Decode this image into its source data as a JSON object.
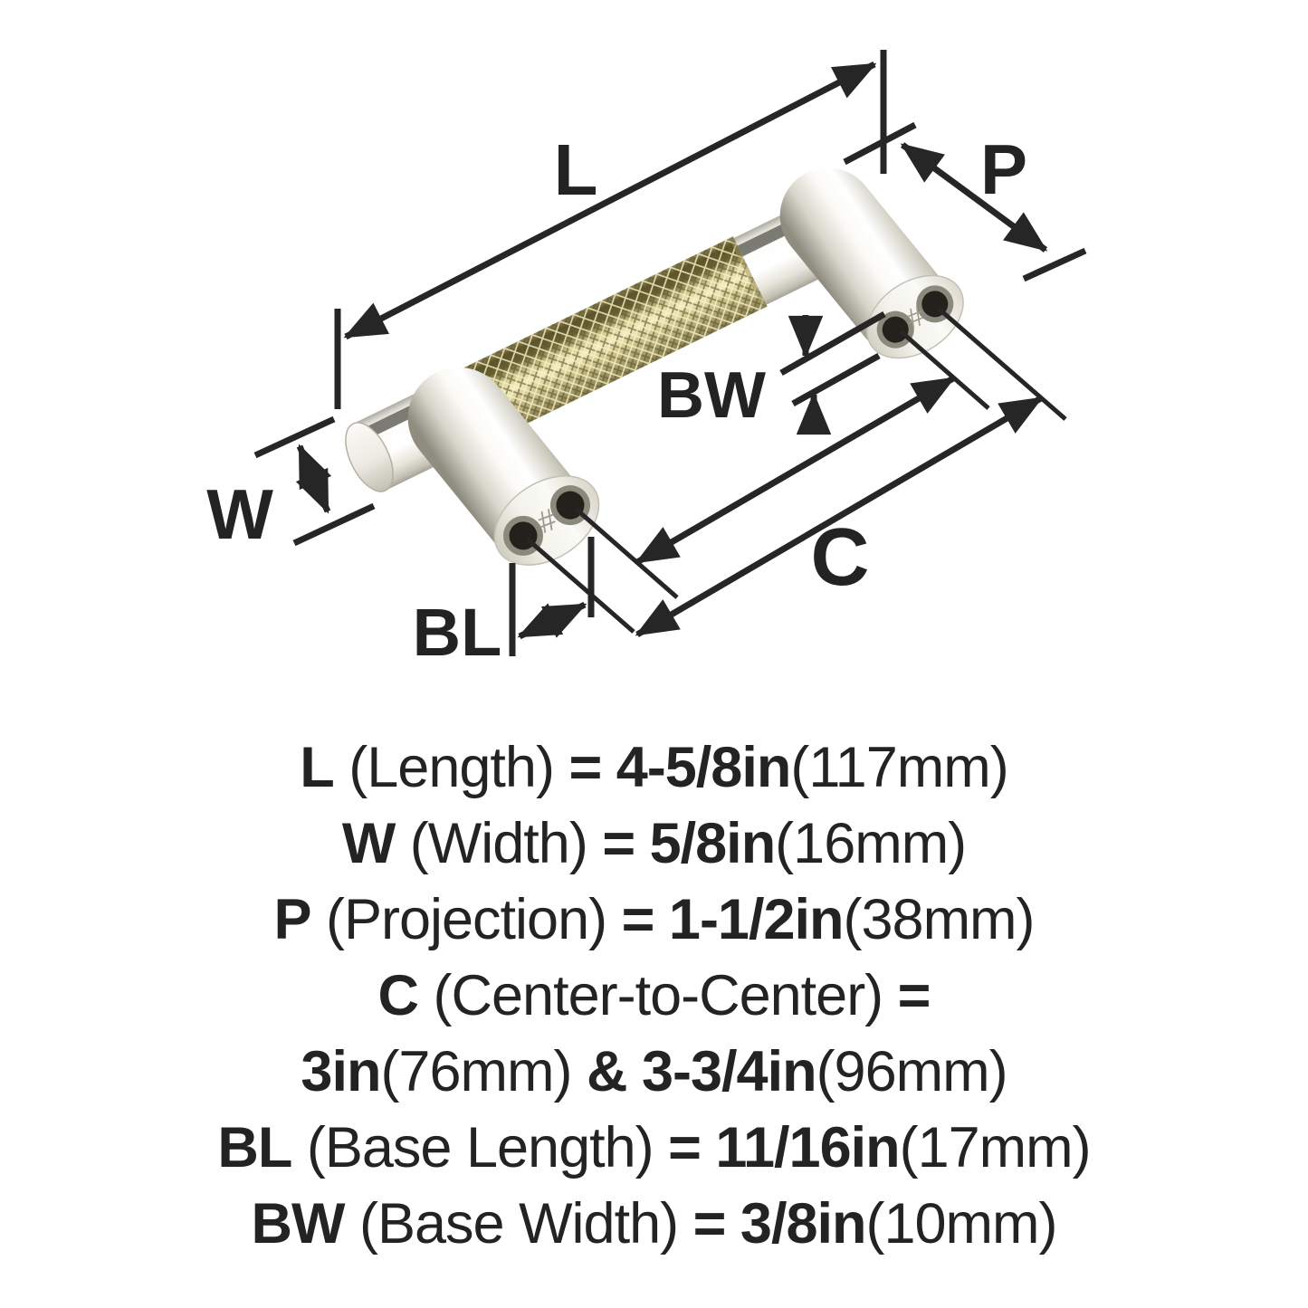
{
  "page": {
    "background": "#ffffff"
  },
  "diagram": {
    "labels": {
      "length": "L",
      "projection": "P",
      "width": "W",
      "base_width": "BW",
      "center_to_center": "C",
      "base_length": "BL"
    },
    "post_mark": "#",
    "colors": {
      "dimension_lines": "#262626",
      "label_text": "#232323",
      "nickel": "#f2f1ea",
      "nickel_stripe": "#6e6d66",
      "brass_knurl": "#d5cc94",
      "knurl_dark": "#5a5228",
      "screw_hole": "#22211c",
      "background": "#ffffff"
    }
  },
  "specs": {
    "lines": [
      [
        {
          "t": "L",
          "b": true
        },
        {
          "t": " (Length) ",
          "b": false
        },
        {
          "t": "= 4-5/8in",
          "b": true
        },
        {
          "t": "(117mm)",
          "b": false
        }
      ],
      [
        {
          "t": "W",
          "b": true
        },
        {
          "t": " (Width) ",
          "b": false
        },
        {
          "t": "= 5/8in",
          "b": true
        },
        {
          "t": "(16mm)",
          "b": false
        }
      ],
      [
        {
          "t": "P",
          "b": true
        },
        {
          "t": " (Projection) ",
          "b": false
        },
        {
          "t": "= 1-1/2in",
          "b": true
        },
        {
          "t": "(38mm)",
          "b": false
        }
      ],
      [
        {
          "t": "C",
          "b": true
        },
        {
          "t": " (Center-to-Center) ",
          "b": false
        },
        {
          "t": "=",
          "b": true
        }
      ],
      [
        {
          "t": "3in",
          "b": true
        },
        {
          "t": "(76mm)",
          "b": false
        },
        {
          "t": " & ",
          "b": true
        },
        {
          "t": "3-3/4in",
          "b": true
        },
        {
          "t": "(96mm)",
          "b": false
        }
      ],
      [
        {
          "t": "BL",
          "b": true
        },
        {
          "t": " (Base Length) ",
          "b": false
        },
        {
          "t": "= 11/16in",
          "b": true
        },
        {
          "t": "(17mm)",
          "b": false
        }
      ],
      [
        {
          "t": "BW",
          "b": true
        },
        {
          "t": " (Base Width) ",
          "b": false
        },
        {
          "t": "= 3/8in",
          "b": true
        },
        {
          "t": "(10mm)",
          "b": false
        }
      ]
    ]
  }
}
